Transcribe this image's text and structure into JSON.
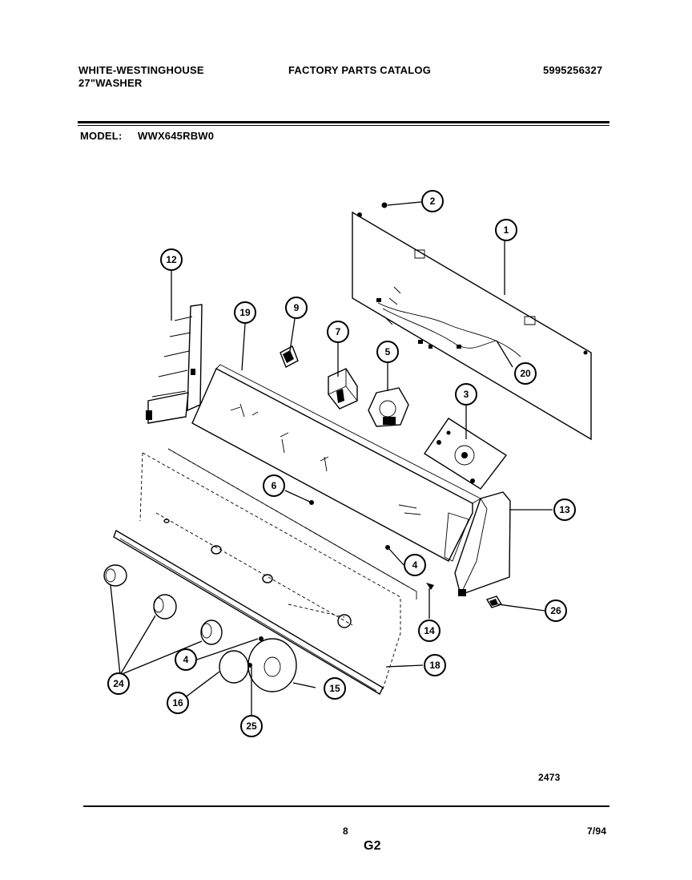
{
  "header": {
    "brand": "WHITE-WESTINGHOUSE",
    "product": "27\"WASHER",
    "catalog_title": "FACTORY PARTS CATALOG",
    "catalog_number": "5995256327",
    "model_label": "MODEL:",
    "model_value": "WWX645RBW0"
  },
  "footer": {
    "diagram_number": "2473",
    "page_number": "8",
    "date": "7/94",
    "section": "G2"
  },
  "callouts": {
    "c1": "1",
    "c2": "2",
    "c3": "3",
    "c4a": "4",
    "c4b": "4",
    "c5": "5",
    "c6": "6",
    "c7": "7",
    "c9": "9",
    "c12": "12",
    "c13": "13",
    "c14": "14",
    "c15": "15",
    "c16": "16",
    "c18": "18",
    "c19": "19",
    "c20": "20",
    "c24": "24",
    "c25": "25",
    "c26": "26"
  }
}
